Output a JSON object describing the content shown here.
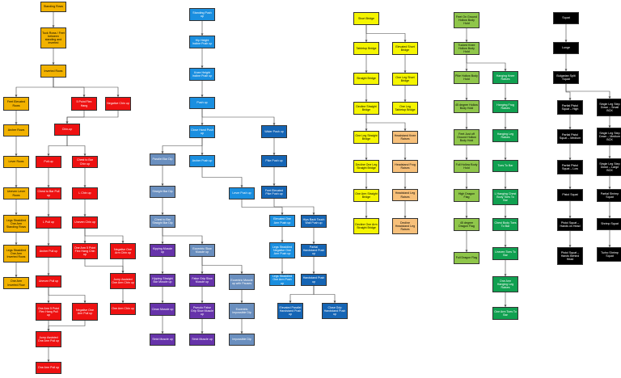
{
  "colors": {
    "orange": "#f2b200",
    "red": "#ee1111",
    "purple": "#6633aa",
    "steel": "#6a8fbf",
    "sky": "#1a8fe0",
    "navy": "#1565b5",
    "yellow": "#f5f500",
    "peach": "#f7c07a",
    "olive": "#8fc64a",
    "green": "#10a050",
    "black": "#000000",
    "line": "#444444"
  },
  "nodes": {
    "n1": {
      "label": "Standing Rows",
      "color": "orange"
    },
    "n2": {
      "label": "Tuck Rows / Feet between standing and inverted",
      "color": "orange"
    },
    "n3": {
      "label": "Inverted Rows",
      "color": "orange"
    },
    "n4": {
      "label": "Feet Elevated Rows",
      "color": "orange"
    },
    "n5": {
      "label": "5 Point Flex Hang",
      "color": "red"
    },
    "n6": {
      "label": "Negative Chin up",
      "color": "red"
    },
    "n7": {
      "label": "Archer Rows",
      "color": "orange"
    },
    "n8": {
      "label": "Chin-up",
      "color": "red"
    },
    "n9": {
      "label": "Lever Rows",
      "color": "orange"
    },
    "n10": {
      "label": "Pull-up",
      "color": "red"
    },
    "n11": {
      "label": "Chest to Bar Chin up",
      "color": "red"
    },
    "n12": {
      "label": "Uneven Lever Rows",
      "color": "orange"
    },
    "n13": {
      "label": "Chest to Bar Pull up",
      "color": "red"
    },
    "n14": {
      "label": "L Chin up",
      "color": "red"
    },
    "n15": {
      "label": "Legs Straddled One Arm Standing Rows",
      "color": "orange"
    },
    "n16": {
      "label": "L Pull up",
      "color": "red"
    },
    "n17": {
      "label": "Uneven Chin up",
      "color": "red"
    },
    "n18": {
      "label": "Legs Straddled One Arm Inverted Rows",
      "color": "orange"
    },
    "n19": {
      "label": "Archer Pull up",
      "color": "red"
    },
    "n20": {
      "label": "One Arm 5 Point Flex Hang Chin up",
      "color": "red"
    },
    "n21": {
      "label": "Negative One Arm Chin up",
      "color": "red"
    },
    "n22": {
      "label": "One Arm Inverted Row",
      "color": "orange"
    },
    "n23": {
      "label": "Uneven Pull up",
      "color": "red"
    },
    "n24": {
      "label": "Jump Assisted One Arm Chin up",
      "color": "red"
    },
    "n25": {
      "label": "One Arm 5 Point Flex Hang Pull up",
      "color": "red"
    },
    "n26": {
      "label": "Negative One Arm Pull up",
      "color": "red"
    },
    "n27": {
      "label": "One Arm Chin up",
      "color": "red"
    },
    "n28": {
      "label": "Jump Assisted One Arm Pull up",
      "color": "red"
    },
    "n29": {
      "label": "One Arm Pull up",
      "color": "red"
    },
    "n30": {
      "label": "Standing Push up",
      "color": "sky"
    },
    "n31": {
      "label": "Hip Height Incline Push up",
      "color": "sky"
    },
    "n32": {
      "label": "Knee Height Incline Push up",
      "color": "sky"
    },
    "n33": {
      "label": "Push up",
      "color": "sky"
    },
    "n34": {
      "label": "Close Hand Push up",
      "color": "sky"
    },
    "n35": {
      "label": "Wider Push up",
      "color": "navy"
    },
    "n36": {
      "label": "Parallel Bar Dip",
      "color": "steel"
    },
    "n37": {
      "label": "Archer Push up",
      "color": "sky"
    },
    "n38": {
      "label": "Pike Push up",
      "color": "navy"
    },
    "n39": {
      "label": "Straight Bar Dip",
      "color": "steel"
    },
    "n40": {
      "label": "Feet Elevated Pike Push up",
      "color": "navy"
    },
    "n41": {
      "label": "Chest to Bar Straight Bar Dip",
      "color": "steel"
    },
    "n42": {
      "label": "Lever Push up",
      "color": "sky"
    },
    "n43": {
      "label": "Elevated One Arm Push up",
      "color": "sky"
    },
    "n44": {
      "label": "Hips Back Touch Wall Push up",
      "color": "navy"
    },
    "n45": {
      "label": "Kipping Muscle up",
      "color": "purple"
    },
    "n46": {
      "label": "Eccentric Slow Muscle up",
      "color": "steel"
    },
    "n47": {
      "label": "Legs Straddled Negative One Arm Push up",
      "color": "sky"
    },
    "n48": {
      "label": "Partial Handstand Push up",
      "color": "navy"
    },
    "n49": {
      "label": "Kipping Straight Bar Muscle up",
      "color": "purple"
    },
    "n50": {
      "label": "False Grip Slow Muscle up",
      "color": "purple"
    },
    "n51": {
      "label": "Eccentric Muscle up with Pauses",
      "color": "steel"
    },
    "n52": {
      "label": "Legs Straddled One Arm Push up",
      "color": "sky"
    },
    "n53": {
      "label": "Handstand Push up",
      "color": "navy"
    },
    "n54": {
      "label": "Clean Muscle up",
      "color": "purple"
    },
    "n55": {
      "label": "Pseudo False Grip Slow Muscle up",
      "color": "purple"
    },
    "n56": {
      "label": "Eccentric Impossible Dip",
      "color": "steel"
    },
    "n57": {
      "label": "Elevated Parallel Handstand Push up",
      "color": "navy"
    },
    "n58": {
      "label": "Close Grip Handstand Push up",
      "color": "navy"
    },
    "n59": {
      "label": "Strict Muscle up",
      "color": "purple"
    },
    "n60": {
      "label": "Strict Muscle up",
      "color": "purple"
    },
    "n61": {
      "label": "Impossible Dip",
      "color": "steel"
    },
    "n62": {
      "label": "Short Bridge",
      "color": "yellow"
    },
    "n63": {
      "label": "Tabletop Bridge",
      "color": "yellow"
    },
    "n64": {
      "label": "Elevated Short Bridge",
      "color": "yellow"
    },
    "n65": {
      "label": "Straight Bridge",
      "color": "yellow"
    },
    "n66": {
      "label": "One Leg Short Bridge",
      "color": "yellow"
    },
    "n67": {
      "label": "Decline Straight Bridge",
      "color": "yellow"
    },
    "n68": {
      "label": "One Leg Tabletop Bridge",
      "color": "yellow"
    },
    "n69": {
      "label": "One Leg Straight Bridge",
      "color": "yellow"
    },
    "n70": {
      "label": "Headstand Knee Raises",
      "color": "peach"
    },
    "n71": {
      "label": "Decline One Leg Straight Bridge",
      "color": "yellow"
    },
    "n72": {
      "label": "Headstand Frog Raises",
      "color": "peach"
    },
    "n73": {
      "label": "One Arm Straight Bridge",
      "color": "yellow"
    },
    "n74": {
      "label": "Headstand Leg Raises",
      "color": "peach"
    },
    "n75": {
      "label": "Decline One Arm Straight Bridge",
      "color": "yellow"
    },
    "n76": {
      "label": "Decline Headstand Leg Raises",
      "color": "peach"
    },
    "n77": {
      "label": "Feet On Ground Hollow Body Hold",
      "color": "olive"
    },
    "n78": {
      "label": "Tucked Knee Hollow Body Hold",
      "color": "olive"
    },
    "n79": {
      "label": "Pike Hollow Body Hold",
      "color": "olive"
    },
    "n80": {
      "label": "Hanging Knee Raises",
      "color": "green"
    },
    "n81": {
      "label": "45 degree Hollow Body Hold",
      "color": "olive"
    },
    "n82": {
      "label": "Hanging Frog Raises",
      "color": "green"
    },
    "n83": {
      "label": "Feet Just off Ground Hollow Body Hold",
      "color": "olive"
    },
    "n84": {
      "label": "Hanging Leg Raises",
      "color": "green"
    },
    "n85": {
      "label": "Full Hollow Body Hold",
      "color": "olive"
    },
    "n86": {
      "label": "Toes To Bar",
      "color": "green"
    },
    "n87": {
      "label": "High Dragon Flag",
      "color": "olive"
    },
    "n88": {
      "label": "L Hanging Chest Body Toes To Bar",
      "color": "green"
    },
    "n89": {
      "label": "45 degree Dragon Flag",
      "color": "olive"
    },
    "n90": {
      "label": "Chest Body Toes To Bar",
      "color": "green"
    },
    "n91": {
      "label": "Full Dragon Flag",
      "color": "olive"
    },
    "n92": {
      "label": "Uneven Toes To Bar",
      "color": "green"
    },
    "n93": {
      "label": "One Arm Hanging Leg Raises",
      "color": "green"
    },
    "n94": {
      "label": "One Arm Toes To Bar",
      "color": "green"
    },
    "n95": {
      "label": "Squat",
      "color": "black"
    },
    "n96": {
      "label": "Lunge",
      "color": "black"
    },
    "n97": {
      "label": "Bulgarian Split Squat",
      "color": "black"
    },
    "n98": {
      "label": "Partial Pistol Squat – High",
      "color": "black"
    },
    "n99": {
      "label": "Single Leg Step Down – Small BOX",
      "color": "black"
    },
    "n100": {
      "label": "Partial Pistol Squat – Medium",
      "color": "black"
    },
    "n101": {
      "label": "Single Leg Step Down – Medium BOX",
      "color": "black"
    },
    "n102": {
      "label": "Partial Pistol Squat – Low",
      "color": "black"
    },
    "n103": {
      "label": "Single Leg Step Down – Large BOX",
      "color": "black"
    },
    "n104": {
      "label": "Pistol Squat",
      "color": "black"
    },
    "n105": {
      "label": "Partial Shrimp Squat",
      "color": "black"
    },
    "n106": {
      "label": "Pistol Squat – Hands on Head",
      "color": "black"
    },
    "n107": {
      "label": "Shrimp Squat",
      "color": "black"
    },
    "n108": {
      "label": "Pistol Squat – Hands Behind Head",
      "color": "black"
    },
    "n109": {
      "label": "Turbo Shrimp Squat",
      "color": "black"
    }
  },
  "edges": [
    [
      "n1",
      "n2"
    ],
    [
      "n2",
      "n3"
    ],
    [
      "n3",
      "n4"
    ],
    [
      "n3",
      "n5"
    ],
    [
      "n3",
      "n6"
    ],
    [
      "n4",
      "n7"
    ],
    [
      "n7",
      "n9"
    ],
    [
      "n9",
      "n12"
    ],
    [
      "n12",
      "n15"
    ],
    [
      "n15",
      "n18"
    ],
    [
      "n18",
      "n22"
    ],
    [
      "n5",
      "n8"
    ],
    [
      "n6",
      "n8"
    ],
    [
      "n8",
      "n10"
    ],
    [
      "n8",
      "n11"
    ],
    [
      "n10",
      "n13"
    ],
    [
      "n13",
      "n16"
    ],
    [
      "n16",
      "n19"
    ],
    [
      "n19",
      "n23"
    ],
    [
      "n23",
      "n25"
    ],
    [
      "n23",
      "n26"
    ],
    [
      "n25",
      "n28"
    ],
    [
      "n26",
      "n28"
    ],
    [
      "n28",
      "n29"
    ],
    [
      "n11",
      "n14"
    ],
    [
      "n14",
      "n17"
    ],
    [
      "n17",
      "n20"
    ],
    [
      "n17",
      "n21"
    ],
    [
      "n20",
      "n24"
    ],
    [
      "n21",
      "n24"
    ],
    [
      "n24",
      "n27"
    ],
    [
      "n30",
      "n31"
    ],
    [
      "n31",
      "n32"
    ],
    [
      "n32",
      "n33"
    ],
    [
      "n33",
      "n34"
    ],
    [
      "n33",
      "n35"
    ],
    [
      "n34",
      "n36"
    ],
    [
      "n34",
      "n37"
    ],
    [
      "n36",
      "n39"
    ],
    [
      "n39",
      "n41"
    ],
    [
      "n37",
      "n42"
    ],
    [
      "n42",
      "n43"
    ],
    [
      "n43",
      "n47"
    ],
    [
      "n47",
      "n52"
    ],
    [
      "n35",
      "n38"
    ],
    [
      "n38",
      "n40"
    ],
    [
      "n40",
      "n44"
    ],
    [
      "n44",
      "n48"
    ],
    [
      "n48",
      "n53"
    ],
    [
      "n53",
      "n57"
    ],
    [
      "n53",
      "n58"
    ],
    [
      "n41",
      "n45"
    ],
    [
      "n41",
      "n46"
    ],
    [
      "n45",
      "n49"
    ],
    [
      "n49",
      "n54"
    ],
    [
      "n54",
      "n59"
    ],
    [
      "n46",
      "n50"
    ],
    [
      "n46",
      "n51"
    ],
    [
      "n50",
      "n55"
    ],
    [
      "n55",
      "n60"
    ],
    [
      "n51",
      "n56"
    ],
    [
      "n56",
      "n61"
    ],
    [
      "n62",
      "n63"
    ],
    [
      "n62",
      "n64"
    ],
    [
      "n63",
      "n65"
    ],
    [
      "n65",
      "n67"
    ],
    [
      "n67",
      "n69"
    ],
    [
      "n67",
      "n70"
    ],
    [
      "n69",
      "n71"
    ],
    [
      "n71",
      "n73"
    ],
    [
      "n73",
      "n75"
    ],
    [
      "n64",
      "n66"
    ],
    [
      "n66",
      "n68"
    ],
    [
      "n70",
      "n72"
    ],
    [
      "n72",
      "n74"
    ],
    [
      "n74",
      "n76"
    ],
    [
      "n77",
      "n78"
    ],
    [
      "n78",
      "n79"
    ],
    [
      "n78",
      "n80"
    ],
    [
      "n79",
      "n81"
    ],
    [
      "n81",
      "n83"
    ],
    [
      "n83",
      "n85"
    ],
    [
      "n85",
      "n87"
    ],
    [
      "n87",
      "n89"
    ],
    [
      "n89",
      "n91"
    ],
    [
      "n80",
      "n82"
    ],
    [
      "n82",
      "n84"
    ],
    [
      "n84",
      "n86"
    ],
    [
      "n86",
      "n88"
    ],
    [
      "n88",
      "n90"
    ],
    [
      "n90",
      "n92"
    ],
    [
      "n92",
      "n93"
    ],
    [
      "n93",
      "n94"
    ],
    [
      "n95",
      "n96"
    ],
    [
      "n96",
      "n97"
    ],
    [
      "n97",
      "n98"
    ],
    [
      "n97",
      "n99"
    ],
    [
      "n98",
      "n100"
    ],
    [
      "n100",
      "n102"
    ],
    [
      "n102",
      "n104"
    ],
    [
      "n104",
      "n106"
    ],
    [
      "n106",
      "n108"
    ],
    [
      "n99",
      "n101"
    ],
    [
      "n101",
      "n103"
    ],
    [
      "n103",
      "n105"
    ],
    [
      "n105",
      "n107"
    ],
    [
      "n107",
      "n109"
    ]
  ]
}
